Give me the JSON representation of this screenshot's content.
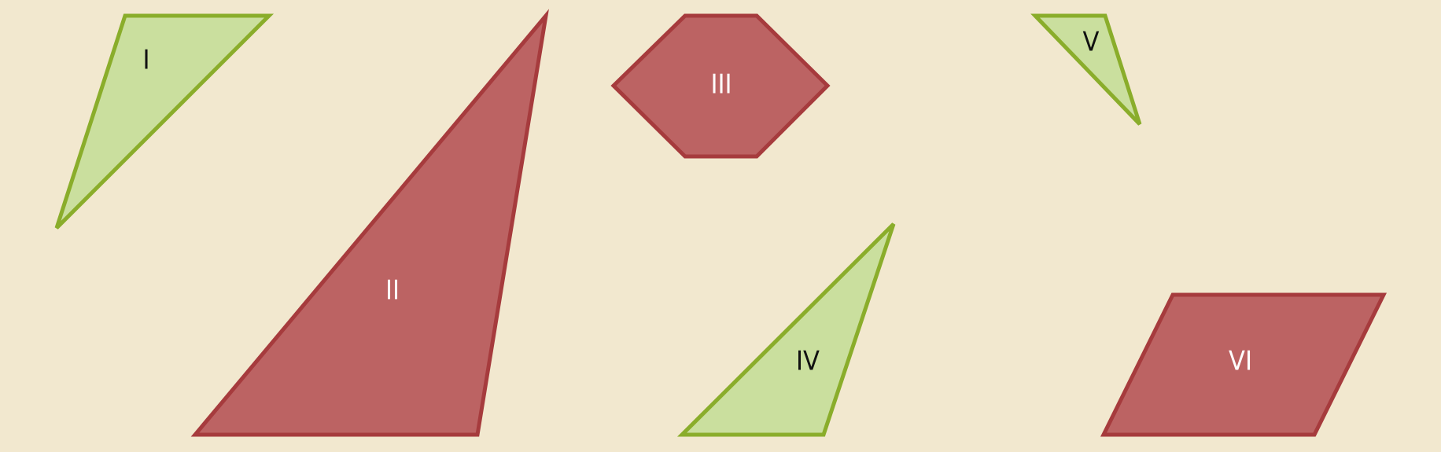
{
  "colors": {
    "background": "#f2e8cf",
    "green_fill": "#cadf9e",
    "green_stroke": "#8aad2b",
    "red_fill": "#bc6363",
    "red_stroke": "#a63b3d",
    "label_on_green": "#111111",
    "label_on_red": "#ffffff"
  },
  "shapes": [
    {
      "label": "I",
      "kind": "triangle",
      "color": "green"
    },
    {
      "label": "II",
      "kind": "triangle",
      "color": "red"
    },
    {
      "label": "III",
      "kind": "hexagon",
      "color": "red"
    },
    {
      "label": "IV",
      "kind": "triangle",
      "color": "green"
    },
    {
      "label": "V",
      "kind": "triangle",
      "color": "green"
    },
    {
      "label": "VI",
      "kind": "parallelogram",
      "color": "red"
    }
  ]
}
